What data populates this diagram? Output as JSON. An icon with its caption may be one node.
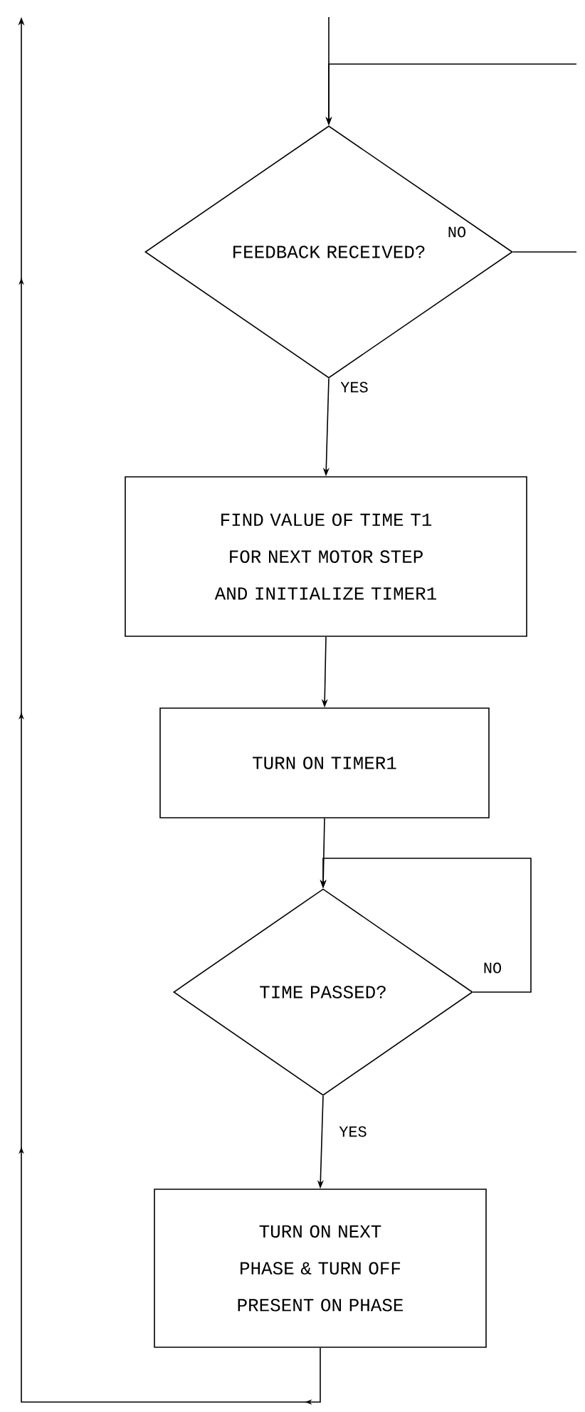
{
  "diagram": {
    "nodes": [
      {
        "text": [
          "FEEDBACK RECEIVED?"
        ]
      },
      {
        "text": [
          "FIND VALUE OF TIME T1 FOR NEXT MOTOR STEP AND INITIALIZE TIMER1"
        ]
      },
      {
        "text": [
          "TURN ON TIMER1"
        ]
      },
      {
        "text": [
          "TIME PASSED?"
        ]
      },
      {
        "text": [
          "TURN ON NEXT PHASE & TURN OFF PRESENT ON PHASE"
        ]
      }
    ],
    "edges": [
      {
        "from": null,
        "to": 0,
        "arrow": "to"
      },
      {
        "from": null,
        "to": 0,
        "arrow": "to"
      },
      {
        "from": 0,
        "to": null,
        "arrow": "none",
        "label": "NO"
      },
      {
        "from": 0,
        "to": 1,
        "arrow": "to",
        "label": "YES"
      },
      {
        "from": 1,
        "to": 2,
        "arrow": "to"
      },
      {
        "from": 2,
        "to": 3,
        "arrow": "to"
      },
      {
        "from": 3,
        "to": 3,
        "arrow": "to",
        "label": "NO"
      },
      {
        "from": 3,
        "to": 4,
        "arrow": "to",
        "label": "YES"
      },
      {
        "from": 4,
        "to": null,
        "arrow": "to"
      }
    ]
  }
}
